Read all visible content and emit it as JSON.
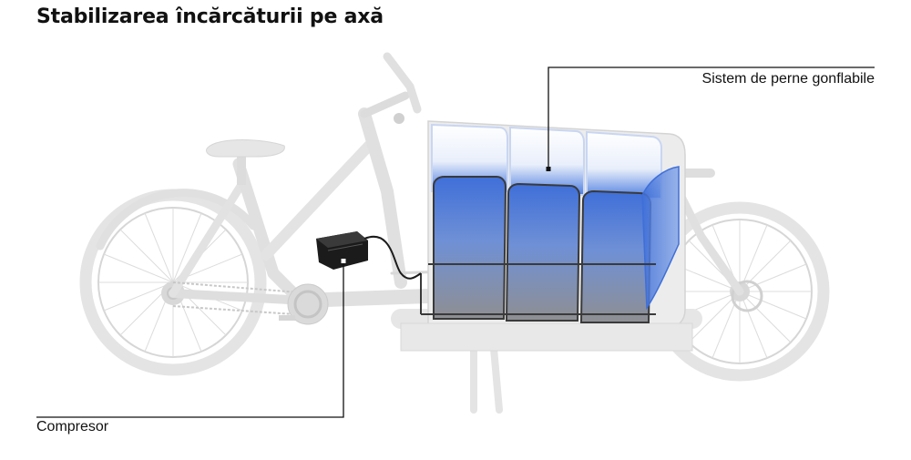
{
  "title": "Stabilizarea încărcăturii pe axă",
  "callouts": {
    "cushions": "Sistem de perne gonflabile",
    "compressor": "Compresor"
  },
  "colors": {
    "frame": "#e6e6e6",
    "frame_outline": "#d2d2d2",
    "cushion_blue": "#3f6fd8",
    "cushion_light": "#dbe6fb",
    "cushion_grey": "#8f8f8f",
    "compressor": "#1b1b1b",
    "callout_line": "#111111"
  }
}
